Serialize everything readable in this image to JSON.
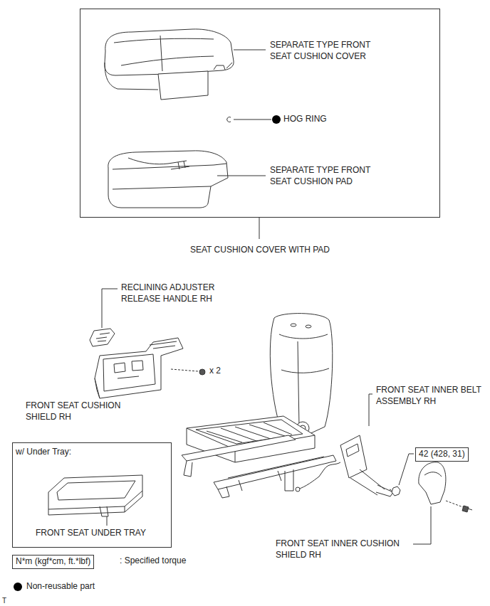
{
  "diagram": {
    "nodes": [
      {
        "text": [
          "SEAT CUSHION COVER WITH PAD"
        ]
      },
      {
        "text": [
          "w/ Under Tray:",
          "FRONT SEAT UNDER TRAY"
        ]
      },
      {
        "text": [
          "42 (428, 31)"
        ]
      },
      {
        "text": [
          "N*m (kgf*cm, ft.*lbf)"
        ]
      }
    ],
    "labels": [
      "SEPARATE TYPE FRONT SEAT CUSHION COVER",
      "HOG RING",
      "SEPARATE TYPE FRONT SEAT CUSHION PAD",
      "RECLINING ADJUSTER RELEASE HANDLE RH",
      "x 2",
      "FRONT SEAT CUSHION SHIELD RH",
      "FRONT SEAT INNER BELT ASSEMBLY RH",
      "FRONT SEAT INNER CUSHION SHIELD RH",
      "T"
    ],
    "legend": [
      {
        "text": ": Specified torque"
      },
      {
        "text": "Non-reusable part"
      }
    ]
  }
}
